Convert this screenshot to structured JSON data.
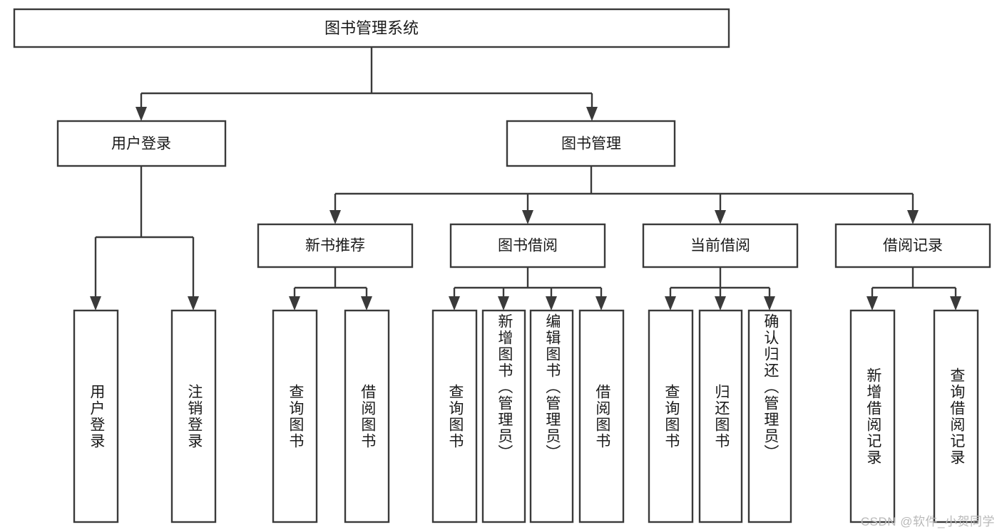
{
  "diagram": {
    "title": "图书管理系统",
    "type": "hierarchy-tree",
    "watermark": "CSDN @软件_小贺同学",
    "colors": {
      "stroke": "#3a3a3a",
      "fill": "#ffffff",
      "text": "#1a1a1a",
      "watermark": "#b9b9b9"
    },
    "levels": {
      "root": {
        "label": "图书管理系统"
      },
      "level2": [
        {
          "id": "user-login",
          "label": "用户登录"
        },
        {
          "id": "book-manage",
          "label": "图书管理"
        }
      ],
      "level3": [
        {
          "id": "new-book-rec",
          "label": "新书推荐",
          "parent": "book-manage"
        },
        {
          "id": "book-borrow",
          "label": "图书借阅",
          "parent": "book-manage"
        },
        {
          "id": "current-borrow",
          "label": "当前借阅",
          "parent": "book-manage"
        },
        {
          "id": "borrow-record",
          "label": "借阅记录",
          "parent": "book-manage"
        }
      ],
      "leaves": [
        {
          "id": "leaf-user-login",
          "label": "用户登录",
          "parent": "user-login"
        },
        {
          "id": "leaf-user-logout",
          "label": "注销登录",
          "parent": "user-login"
        },
        {
          "id": "leaf-query-book-1",
          "label": "查询图书",
          "parent": "new-book-rec"
        },
        {
          "id": "leaf-borrow-book-1",
          "label": "借阅图书",
          "parent": "new-book-rec"
        },
        {
          "id": "leaf-query-book-2",
          "label": "查询图书",
          "parent": "book-borrow"
        },
        {
          "id": "leaf-add-book",
          "label": "新增图书（管理员）",
          "parent": "book-borrow"
        },
        {
          "id": "leaf-edit-book",
          "label": "编辑图书（管理员）",
          "parent": "book-borrow"
        },
        {
          "id": "leaf-borrow-book-2",
          "label": "借阅图书",
          "parent": "book-borrow"
        },
        {
          "id": "leaf-query-book-3",
          "label": "查询图书",
          "parent": "current-borrow"
        },
        {
          "id": "leaf-return-book",
          "label": "归还图书",
          "parent": "current-borrow"
        },
        {
          "id": "leaf-confirm-return",
          "label": "确认归还（管理员）",
          "parent": "current-borrow"
        },
        {
          "id": "leaf-add-record",
          "label": "新增借阅记录",
          "parent": "borrow-record"
        },
        {
          "id": "leaf-query-record",
          "label": "查询借阅记录",
          "parent": "borrow-record"
        }
      ]
    }
  }
}
